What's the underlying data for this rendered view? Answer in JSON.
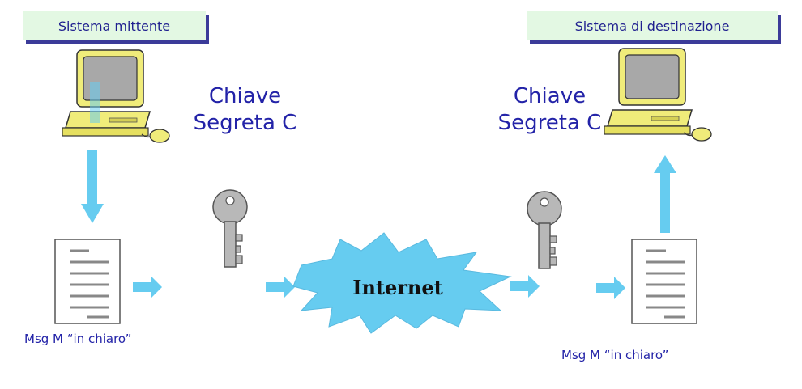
{
  "sender": {
    "system_label": "Sistema mittente",
    "key_line1": "Chiave",
    "key_line2": "Segreta C",
    "message_label": "Msg M “in chiaro”"
  },
  "receiver": {
    "system_label": "Sistema di destinazione",
    "key_line1": "Chiave",
    "key_line2": "Segreta C",
    "message_label": "Msg M “in chiaro”"
  },
  "network": {
    "label": "Internet"
  },
  "colors": {
    "label_bg": "#e3f8e3",
    "label_shadow": "#3b3b99",
    "text_blue": "#2323a8",
    "arrow": "#66ccf0",
    "cloud": "#66ccf0",
    "computer": "#f0ec7a",
    "key": "#b8b8b8"
  },
  "icons": [
    "computer-icon",
    "document-icon",
    "key-icon",
    "arrow-icon",
    "cloud-icon"
  ]
}
